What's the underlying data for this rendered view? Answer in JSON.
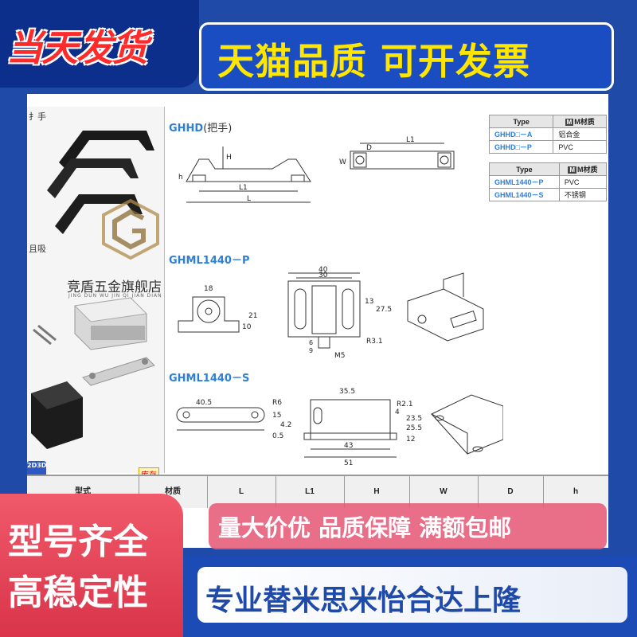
{
  "top_banner": {
    "left": "当天发货",
    "right": "天猫品质 可开发票"
  },
  "sidebar": {
    "label_1": "扌手",
    "label_2": "且吸",
    "badge": "2D3D",
    "stock": "库存"
  },
  "watermark": {
    "text": "竞盾五金旗舰店",
    "sub": "JING DUN WU JIN QI JIAN DIAN"
  },
  "sections": {
    "ghhd": {
      "code": "GHHD",
      "sub": "(把手)"
    },
    "ghml_p": {
      "code": "GHML1440－P"
    },
    "ghml_s": {
      "code": "GHML1440－S"
    }
  },
  "table1": {
    "headers": [
      "Type",
      "M材质"
    ],
    "rows": [
      [
        "GHHD□－A",
        "铝合金"
      ],
      [
        "GHHD□－P",
        "PVC"
      ]
    ]
  },
  "table2": {
    "headers": [
      "Type",
      "M材质"
    ],
    "rows": [
      [
        "GHML1440－P",
        "PVC"
      ],
      [
        "GHML1440－S",
        "不锈钢"
      ]
    ]
  },
  "dims": {
    "ghhd": [
      "L1",
      "H",
      "L",
      "h",
      "L1",
      "D",
      "W"
    ],
    "ghml_p": [
      "18",
      "40",
      "30",
      "13",
      "27.5",
      "21",
      "10",
      "R3.1",
      "M5",
      "6",
      "9"
    ],
    "ghml_s": [
      "40.5",
      "R6",
      "15",
      "0.5",
      "4.2",
      "35.5",
      "R2.1",
      "23.5",
      "25.5",
      "12",
      "43",
      "51",
      "4"
    ]
  },
  "bottom_table": {
    "headers": [
      "型式",
      "",
      "L",
      "L1",
      "H",
      "W",
      "D",
      "h"
    ],
    "sub_header": "材质"
  },
  "bottom_banner": {
    "left_line1": "型号齐全",
    "left_line2": "高稳定性",
    "right_top": "量大价优 品质保障 满额包邮",
    "right_bottom": "专业替米思米怡合达上隆"
  },
  "colors": {
    "accent_blue": "#2f7fd6",
    "banner_blue": "#1f4aa8",
    "red": "#ff2a2a",
    "yellow": "#ffe600",
    "pink": "#e05a78"
  }
}
